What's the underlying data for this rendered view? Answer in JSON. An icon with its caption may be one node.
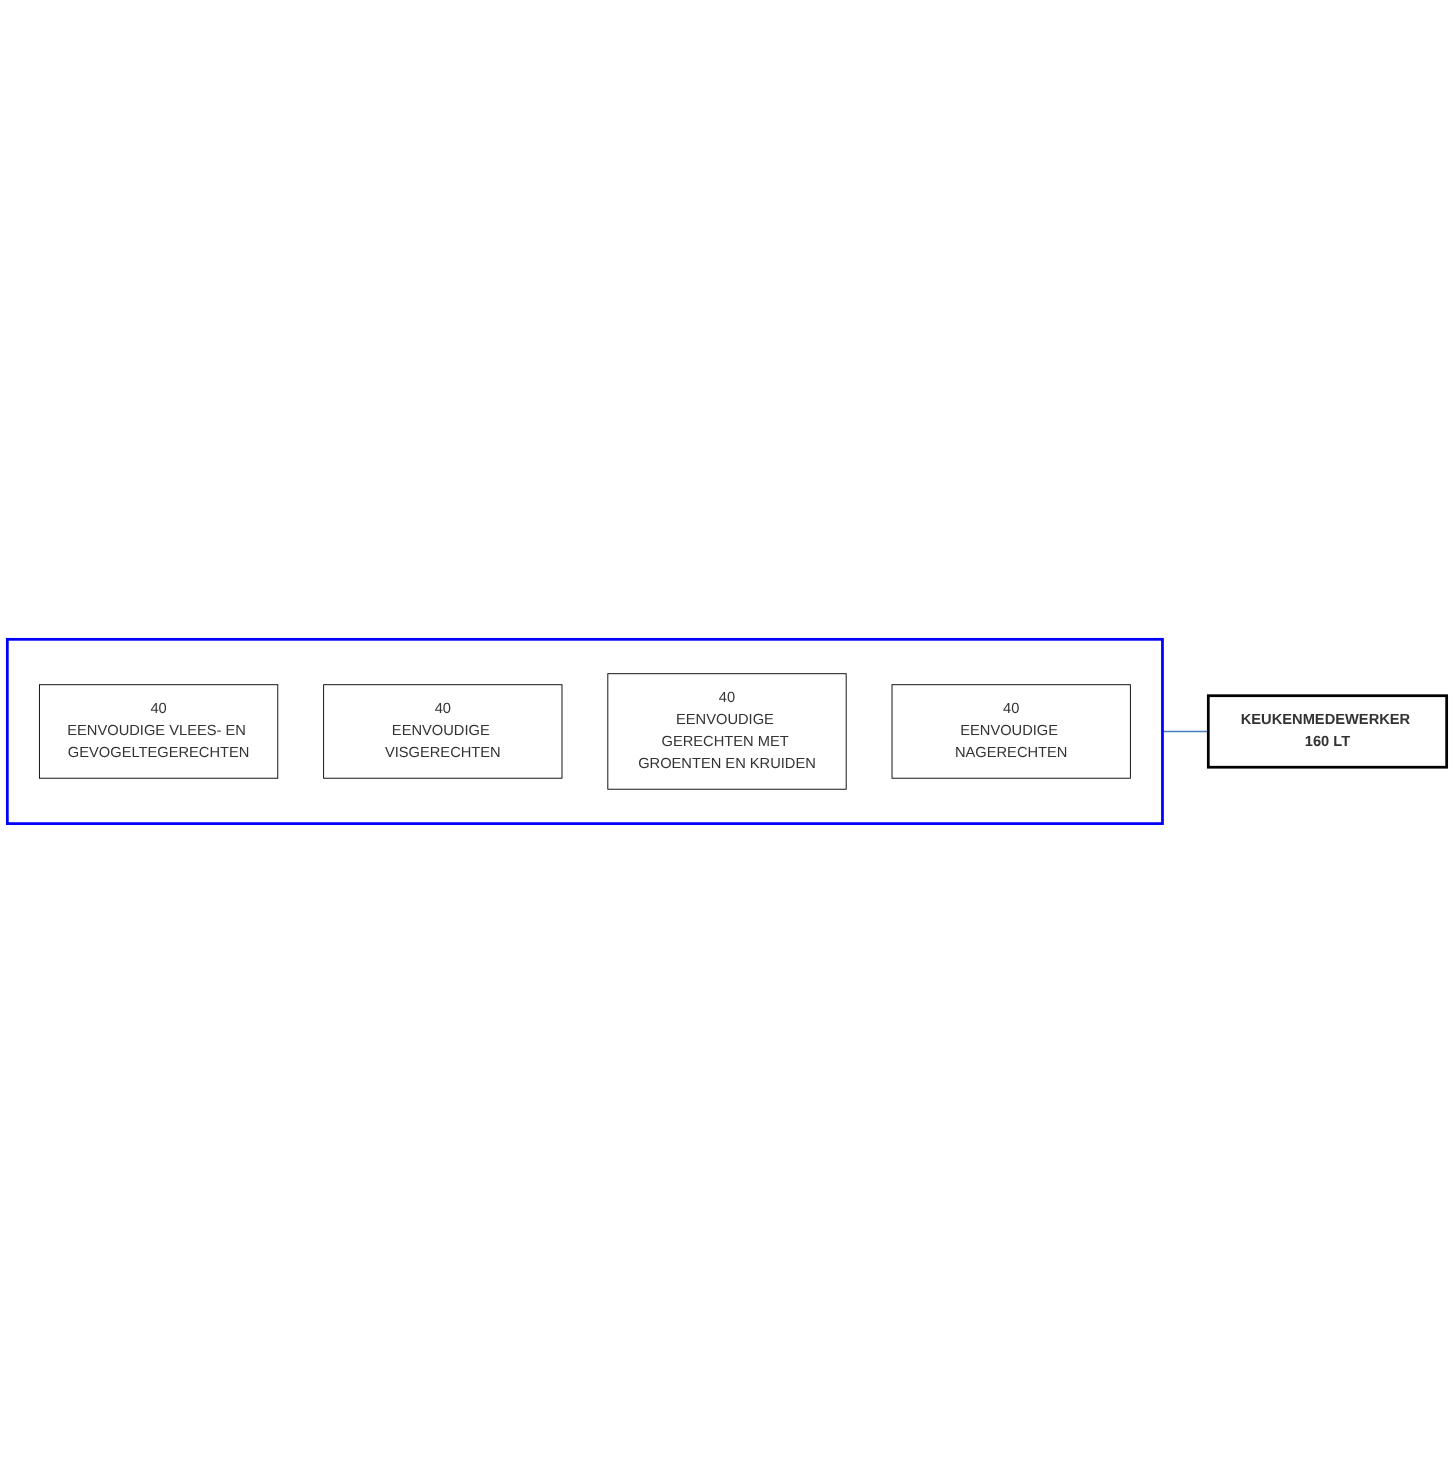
{
  "diagram": {
    "nodes": [
      {
        "text": [],
        "shape": "box"
      },
      {
        "text": [
          "40",
          "EENVOUDIGE VLEES- EN GEVOGELTEGERECHTEN"
        ],
        "in": 0
      },
      {
        "text": [
          "40",
          "EENVOUDIGE VISGERECHTEN"
        ],
        "in": 0
      },
      {
        "text": [
          "40",
          "EENVOUDIGE GERECHTEN MET GROENTEN EN KRUIDEN"
        ],
        "in": 0
      },
      {
        "text": [
          "40",
          "EENVOUDIGE NAGERECHTEN"
        ],
        "in": 0
      },
      {
        "text": [
          "KEUKENMEDEWERKER 160 LT"
        ]
      }
    ],
    "edges": [
      {
        "from": 0,
        "to": 5,
        "arrow": "none"
      }
    ]
  }
}
